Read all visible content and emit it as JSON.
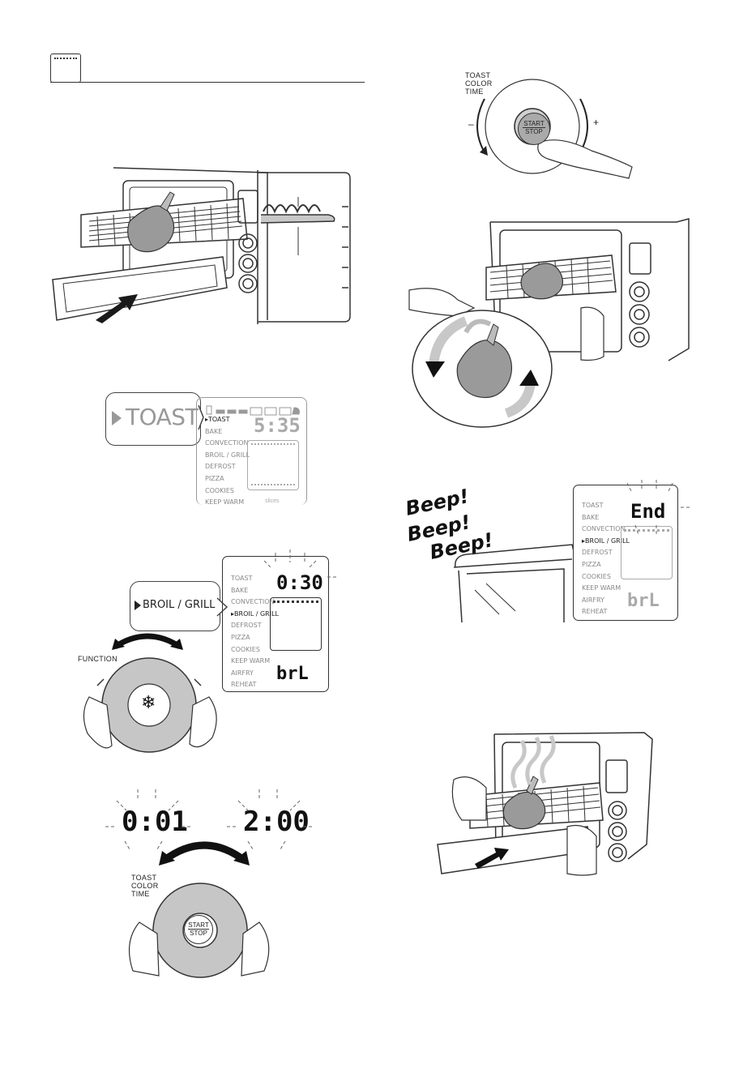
{
  "dials": {
    "toast_color_time_label": "TOAST\nCOLOR\nTIME",
    "function_label": "FUNCTION",
    "start_label": "START",
    "stop_label": "STOP",
    "minus": "–",
    "plus": "+"
  },
  "menu_items": [
    "TOAST",
    "BAKE",
    "CONVECTION",
    "BROIL / GRILL",
    "DEFROST",
    "PIZZA",
    "COOKIES",
    "KEEP WARM",
    "AIRFRY",
    "REHEAT"
  ],
  "toast_panel": {
    "callout": "TOAST",
    "display_time": "5:35",
    "menu_visible": [
      "TOAST",
      "BAKE",
      "CONVECTION",
      "BROIL / GRILL",
      "DEFROST",
      "PIZZA",
      "COOKIES",
      "KEEP WARM"
    ],
    "footer": "slices"
  },
  "broil_panel": {
    "callout": "BROIL / GRILL",
    "display_time": "0:30",
    "mode_code": "brL"
  },
  "time_range": {
    "min": "0:01",
    "max": "2:00"
  },
  "end_panel": {
    "beeps": [
      "Beep!",
      "Beep!",
      "Beep!"
    ],
    "display_text": "End",
    "mode_code": "brL"
  }
}
